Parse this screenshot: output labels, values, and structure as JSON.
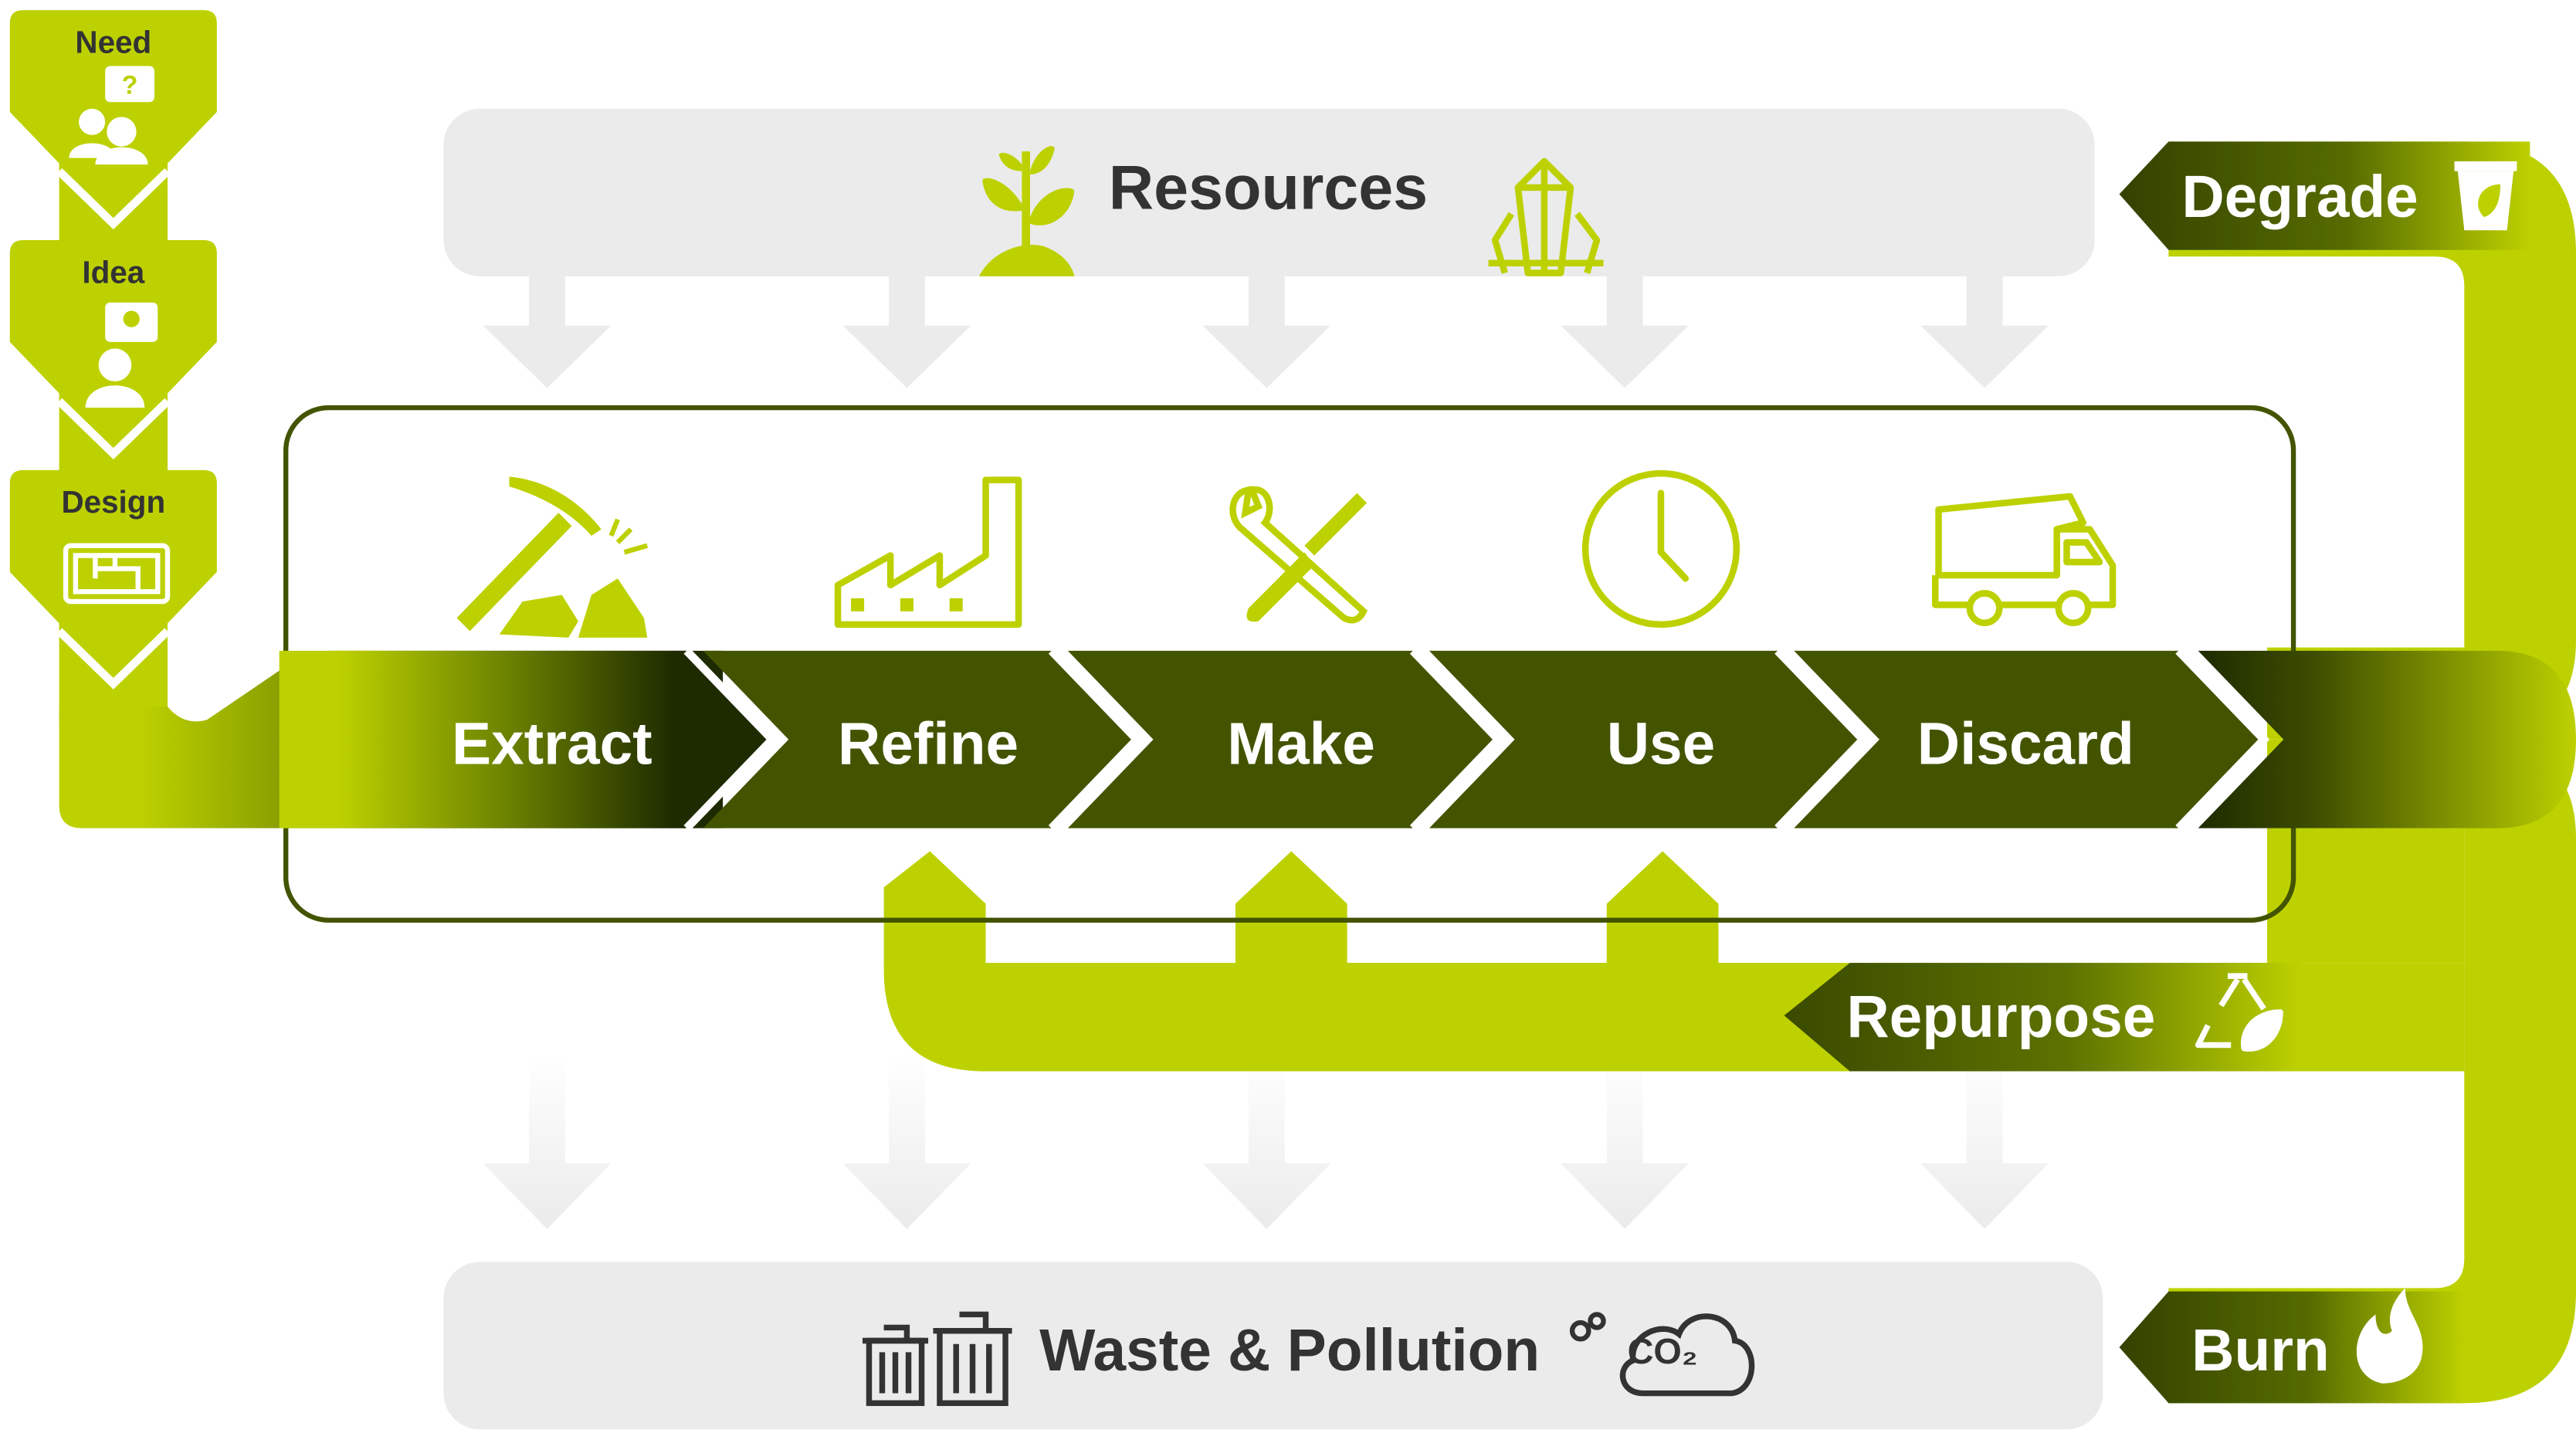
{
  "left_steps": [
    {
      "label": "Need",
      "icon": "people-question-icon"
    },
    {
      "label": "Idea",
      "icon": "person-idea-icon"
    },
    {
      "label": "Design",
      "icon": "blueprint-icon"
    }
  ],
  "resources": {
    "label": "Resources",
    "icons": [
      "plant-icon",
      "crystal-icon"
    ]
  },
  "stages": [
    {
      "label": "Extract",
      "icon": "pickaxe-icon"
    },
    {
      "label": "Refine",
      "icon": "factory-icon"
    },
    {
      "label": "Make",
      "icon": "wrench-screwdriver-icon"
    },
    {
      "label": "Use",
      "icon": "clock-icon"
    },
    {
      "label": "Discard",
      "icon": "dump-truck-icon"
    }
  ],
  "loops": {
    "degrade": {
      "label": "Degrade",
      "icon": "compost-bin-icon"
    },
    "repurpose": {
      "label": "Repurpose",
      "icon": "recycle-leaf-icon"
    },
    "burn": {
      "label": "Burn",
      "icon": "flame-icon"
    }
  },
  "waste": {
    "label": "Waste & Pollution",
    "co2": "CO₂",
    "icons": [
      "trash-bin-icon",
      "co2-cloud-icon"
    ]
  },
  "colors": {
    "lime": "#BDD100",
    "dark_green": "#435400",
    "darkest_green": "#1E2B00",
    "light_gray": "#EBEBEB",
    "text_dark": "#333333",
    "white": "#FFFFFF"
  }
}
